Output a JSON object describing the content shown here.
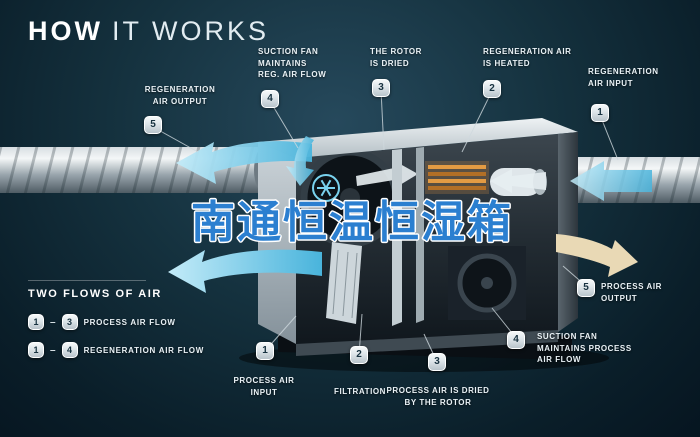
{
  "title": {
    "word1": "HOW",
    "word2": "IT WORKS"
  },
  "watermark": "南通恒温恒湿箱",
  "callouts": [
    {
      "id": "regeneration-air-output",
      "num": "5",
      "label": "REGENERATION\nAIR OUTPUT"
    },
    {
      "id": "suction-fan-reg-air-flow",
      "num": "4",
      "label": "SUCTION FAN\nMAINTAINS\nREG. AIR FLOW"
    },
    {
      "id": "rotor-is-dried",
      "num": "3",
      "label": "THE ROTOR\nIS DRIED"
    },
    {
      "id": "regeneration-air-heated",
      "num": "2",
      "label": "REGENERATION AIR\nIS HEATED"
    },
    {
      "id": "regeneration-air-input",
      "num": "1",
      "label": "REGENERATION\nAIR INPUT"
    },
    {
      "id": "process-air-output",
      "num": "5",
      "label": "PROCESS AIR\nOUTPUT"
    },
    {
      "id": "suction-fan-process-air-flow",
      "num": "4",
      "label": "SUCTION FAN\nMAINTAINS PROCESS\nAIR FLOW"
    },
    {
      "id": "process-air-dried-by-rotor",
      "num": "3",
      "label": "PROCESS AIR IS DRIED\nBY THE ROTOR"
    },
    {
      "id": "filtration",
      "num": "2",
      "label": "FILTRATION"
    },
    {
      "id": "process-air-input",
      "num": "1",
      "label": "PROCESS AIR\nINPUT"
    }
  ],
  "legend": {
    "heading": "TWO FLOWS OF AIR",
    "rows": [
      {
        "from": "1",
        "separator": "–",
        "to": "3",
        "label": "PROCESS AIR FLOW"
      },
      {
        "from": "1",
        "separator": "–",
        "to": "4",
        "label": "REGENERATION AIR FLOW"
      }
    ]
  },
  "colors": {
    "background_teal": "#15323f",
    "accent_cyan": "#6ec9e8",
    "heater_orange": "#d98f3a",
    "process_output_beige": "#e9d9b5",
    "watermark_blue": "#2b7fd0",
    "badge_text": "#16313f",
    "label_text": "#eaf2f6"
  }
}
